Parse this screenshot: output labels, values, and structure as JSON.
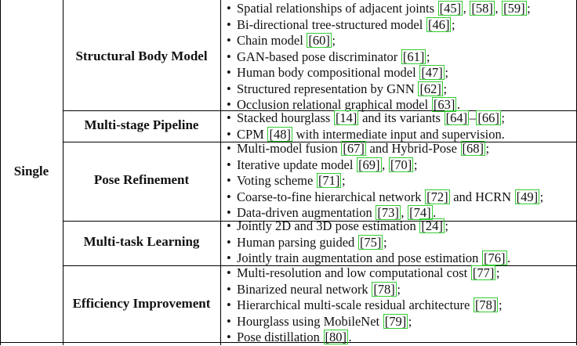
{
  "category": "Single",
  "groups": [
    {
      "label": "Structural Body Model",
      "items": [
        [
          [
            "t",
            "Spatial relationships of adjacent joints "
          ],
          [
            "r",
            "[45]"
          ],
          [
            "t",
            ", "
          ],
          [
            "r",
            "[58]"
          ],
          [
            "t",
            ", "
          ],
          [
            "r",
            "[59]"
          ],
          [
            "t",
            ";"
          ]
        ],
        [
          [
            "t",
            "Bi-directional tree-structured model "
          ],
          [
            "r",
            "[46]"
          ],
          [
            "t",
            ";"
          ]
        ],
        [
          [
            "t",
            "Chain model "
          ],
          [
            "r",
            "[60]"
          ],
          [
            "t",
            ";"
          ]
        ],
        [
          [
            "t",
            "GAN-based pose discriminator "
          ],
          [
            "r",
            "[61]"
          ],
          [
            "t",
            ";"
          ]
        ],
        [
          [
            "t",
            "Human body compositional model "
          ],
          [
            "r",
            "[47]"
          ],
          [
            "t",
            ";"
          ]
        ],
        [
          [
            "t",
            "Structured representation by GNN "
          ],
          [
            "r",
            "[62]"
          ],
          [
            "t",
            ";"
          ]
        ],
        [
          [
            "t",
            "Occlusion relational graphical model "
          ],
          [
            "r",
            "[63]"
          ],
          [
            "t",
            "."
          ]
        ]
      ]
    },
    {
      "label": "Multi-stage Pipeline",
      "items": [
        [
          [
            "t",
            "Stacked hourglass "
          ],
          [
            "r",
            "[14]"
          ],
          [
            "t",
            " and its variants "
          ],
          [
            "r",
            "[64]"
          ],
          [
            "t",
            "–"
          ],
          [
            "r",
            "[66]"
          ],
          [
            "t",
            ";"
          ]
        ],
        [
          [
            "t",
            "CPM "
          ],
          [
            "r",
            "[48]"
          ],
          [
            "t",
            " with intermediate input and supervision."
          ]
        ]
      ]
    },
    {
      "label": "Pose Refinement",
      "items": [
        [
          [
            "t",
            "Multi-model fusion "
          ],
          [
            "r",
            "[67]"
          ],
          [
            "t",
            " and Hybrid-Pose "
          ],
          [
            "r",
            "[68]"
          ],
          [
            "t",
            ";"
          ]
        ],
        [
          [
            "t",
            "Iterative update model "
          ],
          [
            "r",
            "[69]"
          ],
          [
            "t",
            ", "
          ],
          [
            "r",
            "[70]"
          ],
          [
            "t",
            ";"
          ]
        ],
        [
          [
            "t",
            "Voting scheme "
          ],
          [
            "r",
            "[71]"
          ],
          [
            "t",
            ";"
          ]
        ],
        [
          [
            "t",
            "Coarse-to-fine hierarchical network "
          ],
          [
            "r",
            "[72]"
          ],
          [
            "t",
            " and HCRN "
          ],
          [
            "r",
            "[49]"
          ],
          [
            "t",
            ";"
          ]
        ],
        [
          [
            "t",
            "Data-driven augmentation "
          ],
          [
            "r",
            "[73]"
          ],
          [
            "t",
            ", "
          ],
          [
            "r",
            "[74]"
          ],
          [
            "t",
            "."
          ]
        ]
      ]
    },
    {
      "label": "Multi-task Learning",
      "items": [
        [
          [
            "t",
            "Jointly 2D and 3D pose estimation "
          ],
          [
            "r",
            "[24]"
          ],
          [
            "t",
            ";"
          ]
        ],
        [
          [
            "t",
            "Human parsing guided "
          ],
          [
            "r",
            "[75]"
          ],
          [
            "t",
            ";"
          ]
        ],
        [
          [
            "t",
            "Jointly train augmentation and pose estimation "
          ],
          [
            "r",
            "[76]"
          ],
          [
            "t",
            "."
          ]
        ]
      ]
    },
    {
      "label": "Efficiency Improvement",
      "items": [
        [
          [
            "t",
            "Multi-resolution and low computational cost "
          ],
          [
            "r",
            "[77]"
          ],
          [
            "t",
            ";"
          ]
        ],
        [
          [
            "t",
            "Binarized neural network "
          ],
          [
            "r",
            "[78]"
          ],
          [
            "t",
            ";"
          ]
        ],
        [
          [
            "t",
            "Hierarchical multi-scale residual architecture "
          ],
          [
            "r",
            "[78]"
          ],
          [
            "t",
            ";"
          ]
        ],
        [
          [
            "t",
            "Hourglass using MobileNet "
          ],
          [
            "r",
            "[79]"
          ],
          [
            "t",
            ";"
          ]
        ],
        [
          [
            "t",
            "Pose distillation "
          ],
          [
            "r",
            "[80]"
          ],
          [
            "t",
            "."
          ]
        ]
      ]
    }
  ]
}
